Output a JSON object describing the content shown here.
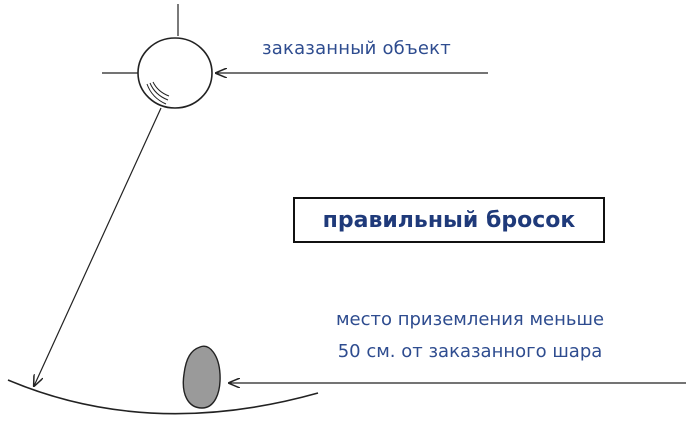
{
  "diagram": {
    "target_label": "заказанный объект",
    "title": "правильный бросок",
    "landing_label_line1": "место приземления меньше",
    "landing_label_line2": "50 см. от заказанного шара",
    "colors": {
      "text": "#2e4c8f",
      "title_text": "#1f3a7a",
      "lines": "#222222",
      "stone_fill": "#9a9a9a"
    }
  }
}
